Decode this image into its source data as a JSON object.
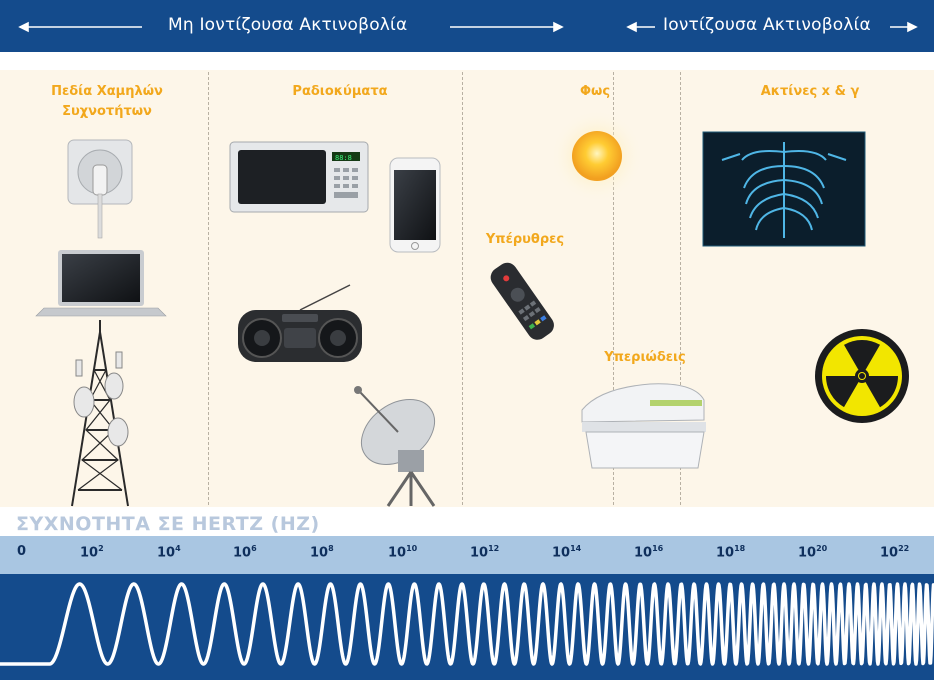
{
  "header": {
    "non_ionizing": "Μη Ιοντίζουσα Ακτινοβολία",
    "ionizing": "Ιοντίζουσα Ακτινοβολία"
  },
  "categories": {
    "low_freq": [
      "Πεδία Χαμηλών",
      "Συχνοτήτων"
    ],
    "radio": "Ραδιοκύματα",
    "light": "Φως",
    "infrared": "Υπέρυθρες",
    "ultraviolet": "Υπεριώδεις",
    "xgamma": "Ακτίνες x & γ"
  },
  "frequency": {
    "title": "ΣΥΧΝΟΤΗΤΑ ΣΕ HERTZ (HZ)",
    "zero": "0",
    "base": "10",
    "exponents": [
      "2",
      "4",
      "6",
      "8",
      "10",
      "12",
      "14",
      "16",
      "18",
      "20",
      "22"
    ]
  },
  "icons": [
    "power-outlet-icon",
    "laptop-icon",
    "cell-tower-icon",
    "microwave-icon",
    "smartphone-icon",
    "boombox-icon",
    "satellite-dish-icon",
    "sun-icon",
    "remote-control-icon",
    "tanning-bed-icon",
    "xray-ribcage-icon",
    "radiation-symbol-icon"
  ],
  "colors": {
    "navy": "#144b8c",
    "accent": "#f2a81d",
    "panel": "#fdf6e9",
    "scale": "#a9c6e2"
  }
}
